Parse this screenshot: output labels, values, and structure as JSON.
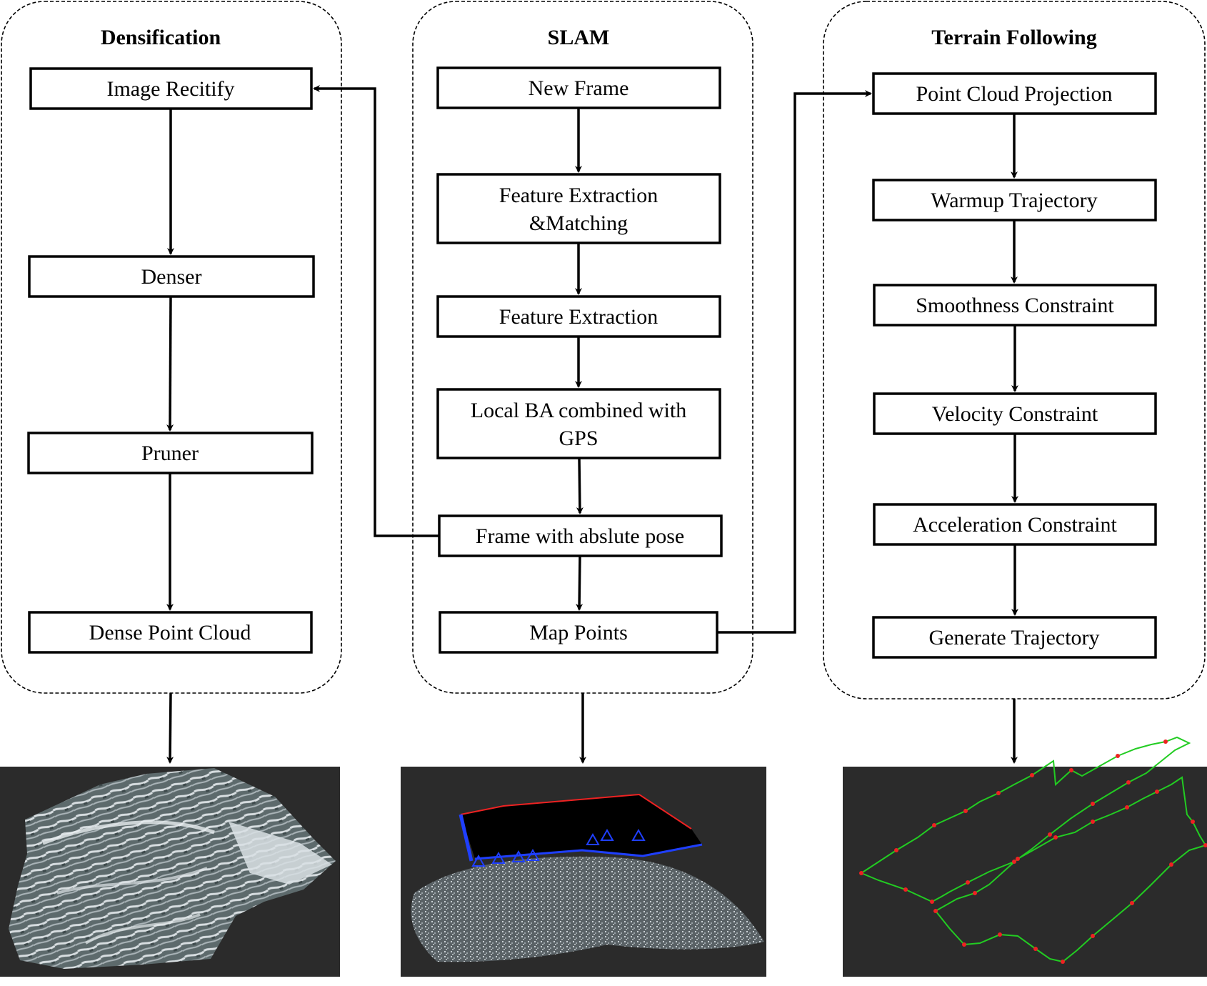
{
  "groups": {
    "densification": {
      "title": "Densification",
      "steps": [
        "Image Recitify",
        "Denser",
        "Pruner",
        "Dense Point Cloud"
      ]
    },
    "slam": {
      "title": "SLAM",
      "steps": [
        [
          "New Frame"
        ],
        [
          "Feature Extraction",
          "&Matching"
        ],
        [
          "Feature Extraction"
        ],
        [
          "Local BA combined with",
          "GPS"
        ],
        [
          "Frame with abslute pose"
        ],
        [
          "Map Points"
        ]
      ]
    },
    "terrain": {
      "title": "Terrain Following",
      "steps": [
        "Point Cloud Projection",
        "Warmup Trajectory",
        "Smoothness Constraint",
        "Velocity Constraint",
        "Acceleration Constraint",
        "Generate Trajectory"
      ]
    }
  },
  "panels": {
    "dense_render": "dense point cloud terrain render",
    "slam_render": "SLAM map points with camera frames",
    "trajectory_render": "terrain following trajectory with waypoints"
  },
  "colors": {
    "panel_background": "#2b2b2b",
    "camera_frames": "#1f3fff",
    "trajectory_line": "#22cc22",
    "waypoints": "#ee2222",
    "slam_surface": "#000000"
  }
}
